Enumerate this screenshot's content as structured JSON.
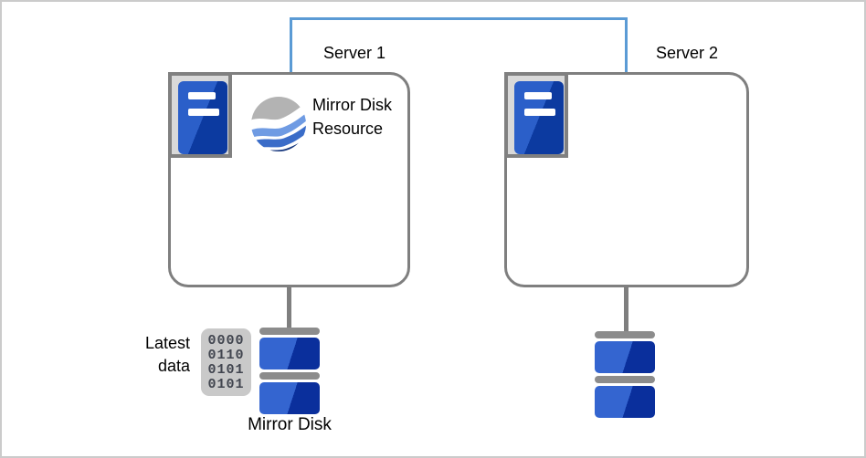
{
  "servers": [
    {
      "label": "Server 1"
    },
    {
      "label": "Server 2"
    }
  ],
  "resource": {
    "label": "Mirror Disk Resource",
    "icon": "wave-globe-icon"
  },
  "latest_data": {
    "label": "Latest data",
    "binary_rows": [
      "0000",
      "0110",
      "0101",
      "0101"
    ]
  },
  "mirror_disk": {
    "label": "Mirror Disk",
    "icon": "disk-stack-icon"
  },
  "network_link": {
    "color": "#5b9bd5"
  },
  "colors": {
    "box_border": "#7f7f7f",
    "connector_blue": "#5b9bd5",
    "disk_light_blue": "#3465d0",
    "disk_dark_blue": "#0a2f9c",
    "hardware_gray": "#8c8c8c",
    "badge_bg": "#d9d9d9",
    "panel_bg": "#c9c9c9",
    "binary_text": "#41454f"
  }
}
